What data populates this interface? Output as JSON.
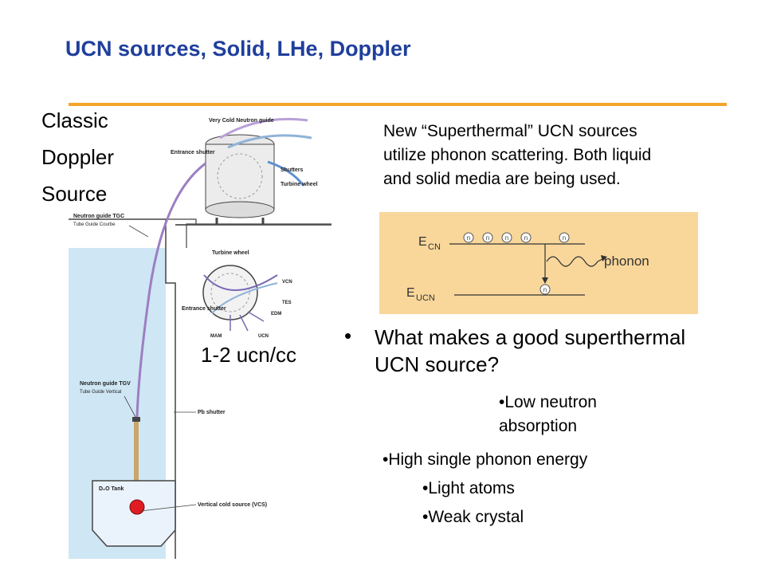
{
  "slide": {
    "title": "UCN sources, Solid, LHe, Doppler",
    "left_column": {
      "words": [
        "Classic",
        "Doppler",
        "Source"
      ],
      "rate": "1-2 ucn/cc"
    },
    "figure_labels": {
      "vcn_guide": "Very Cold Neutron guide",
      "entrance_shutter": "Entrance shutter",
      "shutters": "Shutters",
      "turbine_wheel": "Turbine wheel",
      "guide_tgc": "Neutron guide TGC",
      "guide_tgc_sub": "Tube Guide Courbe",
      "turbine_wheel_2": "Turbine wheel",
      "entrance_shutter_2": "Entrance shutter",
      "vcn": "VCN",
      "tes": "TES",
      "edm": "EDM",
      "mam": "MAM",
      "ucn": "UCN",
      "guide_tgv": "Neutron guide TGV",
      "guide_tgv_sub": "Tube Guide Vertical",
      "pb_shutter": "Pb shutter",
      "d2o_tank": "D₂O Tank",
      "vcs": "Vertical cold source (VCS)"
    },
    "intro_lines": [
      "New “Superthermal” UCN sources",
      "utilize phonon scattering.  Both liquid",
      "and solid media are being used."
    ],
    "energy_diagram": {
      "e_cn_main": "E",
      "e_cn_sub": "CN",
      "e_ucn_main": "E",
      "e_ucn_sub": "UCN",
      "neutron": "n",
      "phonon": "phonon"
    },
    "question": "What makes a good superthermal UCN source?",
    "sub_bullets": [
      "•Low neutron",
      "absorption",
      "•High single phonon energy",
      "•Light atoms",
      "•Weak crystal"
    ],
    "bullet_char": "•"
  }
}
